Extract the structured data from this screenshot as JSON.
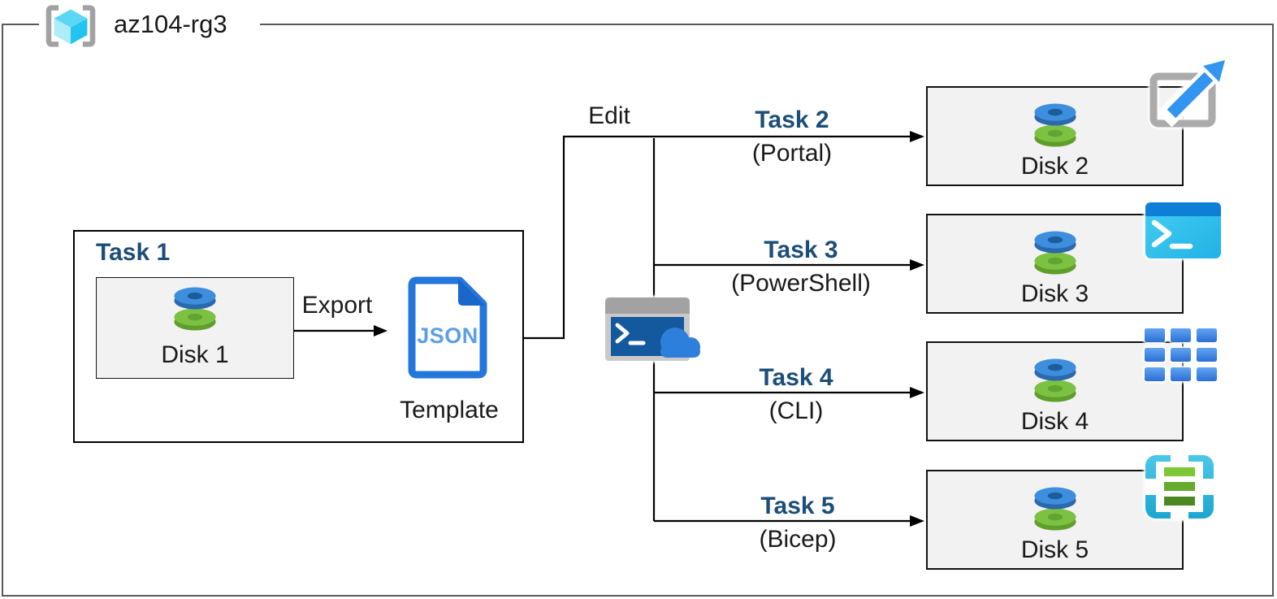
{
  "resource_group": {
    "name": "az104-rg3",
    "icon": "resource-group-icon"
  },
  "task1": {
    "label": "Task 1",
    "disk_label": "Disk 1",
    "export_label": "Export",
    "json_label": "JSON",
    "template_label": "Template"
  },
  "edit_label": "Edit",
  "cloud_shell": {
    "icon": "cloud-shell-icon"
  },
  "branches": [
    {
      "task": "Task 2",
      "method": "(Portal)",
      "disk": "Disk 2",
      "icon": "portal-launch-icon"
    },
    {
      "task": "Task 3",
      "method": "(PowerShell)",
      "disk": "Disk 3",
      "icon": "powershell-icon"
    },
    {
      "task": "Task 4",
      "method": "(CLI)",
      "disk": "Disk 4",
      "icon": "cli-grid-icon"
    },
    {
      "task": "Task 5",
      "method": "(Bicep)",
      "disk": "Disk 5",
      "icon": "bicep-icon"
    }
  ],
  "colors": {
    "frame_gray": "#595959",
    "task_navy": "#1C4E79",
    "box_fill": "#F2F2F2",
    "box_border": "#111111",
    "arrow_black": "#000000",
    "disk_blue_top": "#3E8EDE",
    "disk_blue_side": "#2A69AE",
    "disk_green_top": "#7CC142",
    "disk_green_side": "#5F9E2B",
    "json_border_blue": "#2377DB",
    "json_fold_blue": "#1B66C9",
    "json_text_blue": "#5C9FE8",
    "portal_arrow_blue": "#3295EF",
    "portal_gray": "#ABABAB",
    "powershell_bar": "#0E7FD6",
    "powershell_body": "#2FC0EC",
    "cli_blue": "#2B6FD3",
    "bicep_cyan": "#2FB9DD",
    "bicep_green_light": "#7CC733",
    "bicep_green_dark": "#4D8922",
    "cloud_blue": "#2C80DB",
    "rg_cube_cyan": "#4FD2F4"
  }
}
